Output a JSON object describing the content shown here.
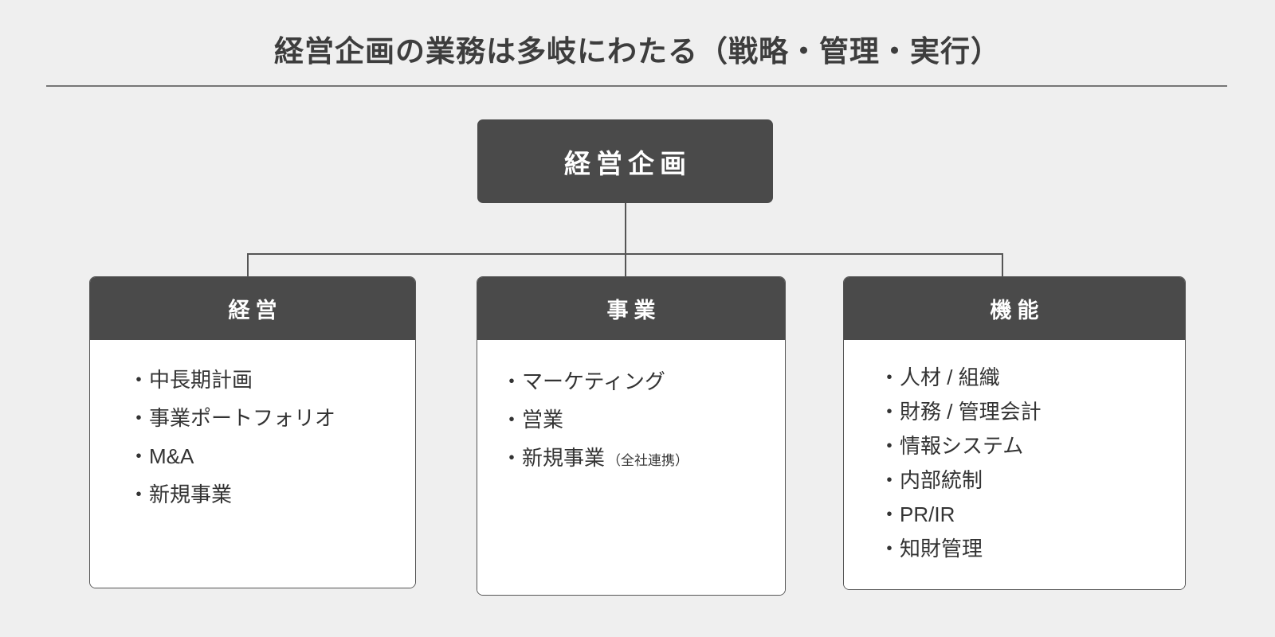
{
  "page": {
    "title": "経営企画の業務は多岐にわたる（戦略・管理・実行）",
    "background_color": "#efefef",
    "accent_color": "#4a4a4a",
    "text_color": "#333333",
    "divider_color": "#767676"
  },
  "chart_data": {
    "type": "diagram",
    "diagram_kind": "org-chart",
    "title": "経営企画の業務は多岐にわたる（戦略・管理・実行）",
    "root": "経営企画",
    "branches": [
      {
        "label": "経営",
        "items": [
          "中長期計画",
          "事業ポートフォリオ",
          "M&A",
          "新規事業"
        ]
      },
      {
        "label": "事業",
        "items": [
          "マーケティング",
          "営業",
          "新規事業"
        ],
        "notes": {
          "新規事業": "（全社連携）"
        }
      },
      {
        "label": "機能",
        "items": [
          "人材 / 組織",
          "財務 / 管理会計",
          "情報システム",
          "内部統制",
          "PR/IR",
          "知財管理"
        ]
      }
    ]
  },
  "root_node": {
    "label": "経営企画"
  },
  "columns": [
    {
      "id": "keiei",
      "header": "経営",
      "bullet_mark": "・",
      "items": [
        {
          "text": "中長期計画",
          "note": ""
        },
        {
          "text": "事業ポートフォリオ",
          "note": ""
        },
        {
          "text": "M&A",
          "note": ""
        },
        {
          "text": "新規事業",
          "note": ""
        }
      ]
    },
    {
      "id": "jigyo",
      "header": "事業",
      "bullet_mark": "・",
      "items": [
        {
          "text": "マーケティング",
          "note": ""
        },
        {
          "text": "営業",
          "note": ""
        },
        {
          "text": "新規事業",
          "note": "（全社連携）"
        }
      ]
    },
    {
      "id": "kinou",
      "header": "機能",
      "bullet_mark": "・",
      "items": [
        {
          "text": "人材 / 組織",
          "note": ""
        },
        {
          "text": "財務 / 管理会計",
          "note": ""
        },
        {
          "text": "情報システム",
          "note": ""
        },
        {
          "text": "内部統制",
          "note": ""
        },
        {
          "text": "PR/IR",
          "note": ""
        },
        {
          "text": "知財管理",
          "note": ""
        }
      ]
    }
  ]
}
